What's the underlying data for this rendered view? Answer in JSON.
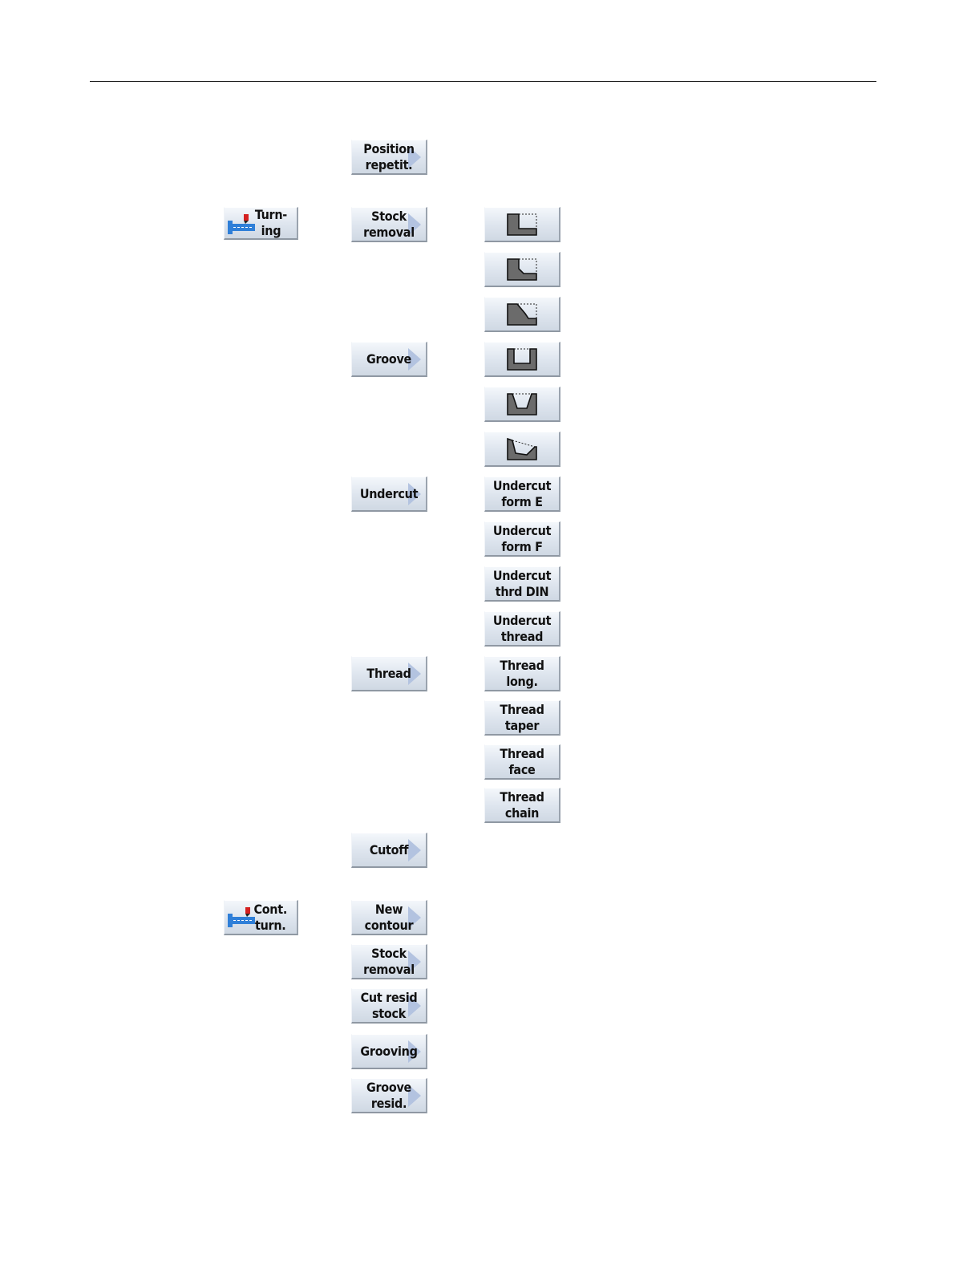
{
  "column1": [
    {
      "label": "Turn-\ning",
      "icon": "turning-spindle-icon"
    },
    {
      "label": "Cont.\nturn.",
      "icon": "contour-turning-spindle-icon"
    }
  ],
  "column2": {
    "position_repetit": "Position\nrepetit.",
    "stock_removal": "Stock\nremoval",
    "groove": "Groove",
    "undercut": "Undercut",
    "thread": "Thread",
    "cutoff": "Cutoff",
    "new_contour": "New\ncontour",
    "stock_removal_contour": "Stock\nremoval",
    "cut_resid_stock": "Cut resid\nstock",
    "grooving": "Grooving",
    "groove_resid": "Groove\nresid."
  },
  "column3": {
    "icons": [
      "stock-removal-1-icon",
      "stock-removal-2-icon",
      "stock-removal-3-icon",
      "groove-1-icon",
      "groove-2-icon",
      "groove-3-icon"
    ],
    "undercut_form_e": "Undercut\nform E",
    "undercut_form_f": "Undercut\nform F",
    "undercut_thrd_din": "Undercut\nthrd DIN",
    "undercut_thread": "Undercut\nthread",
    "thread_long": "Thread\nlong.",
    "thread_taper": "Thread\ntaper",
    "thread_face": "Thread\nface",
    "thread_chain": "Thread\nchain"
  },
  "colors": {
    "softkey_arrow": "#b3c3e0",
    "spindle_blue": "#2f7fd8",
    "tool_red": "#d42020",
    "shape_fill": "#6b6b6b"
  }
}
